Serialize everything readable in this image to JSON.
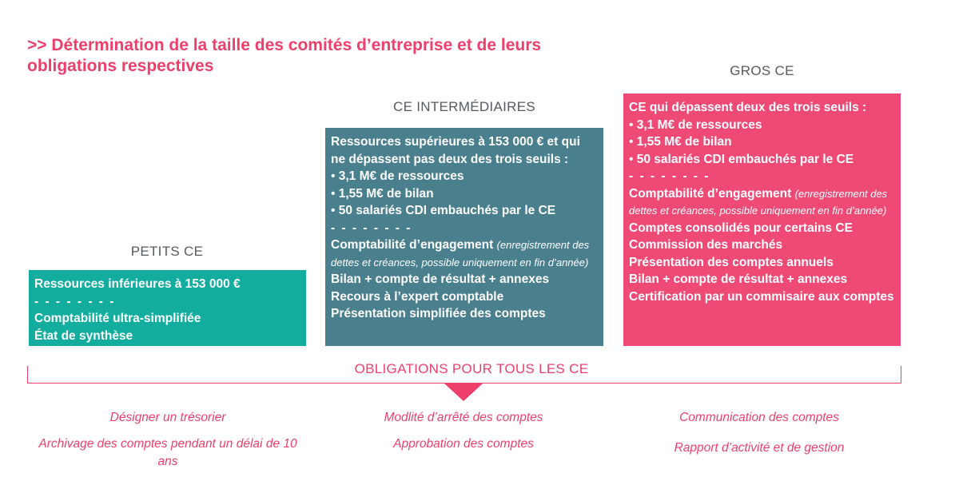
{
  "title": ">> Détermination de la taille des comités d’entreprise et de leurs obligations respectives",
  "columns": {
    "petits": {
      "heading": "PETITS CE",
      "lines": [
        "Ressources inférieures à 153 000 €",
        "- - - - - - - -",
        "Comptabilité ultra-simplifiée",
        "État de synthèse"
      ]
    },
    "inter": {
      "heading": "CE INTERMÉDIAIRES",
      "intro": "Ressources supérieures à 153 000 € et qui ne dépassent pas deux des trois seuils :",
      "bullets": [
        "3,1 M€ de ressources",
        "1,55 M€ de bilan",
        "50 salariés CDI embauchés par le CE"
      ],
      "separator": "- - - - - - - -",
      "engagement": "Comptabilité d’engagement",
      "engagement_note": "(enregistrement des dettes et créances, possible uniquement en fin d’année)",
      "lines": [
        "Bilan + compte de résultat + annexes",
        "Recours à l’expert comptable",
        "Présentation simplifiée des comptes"
      ]
    },
    "gros": {
      "heading": "GROS CE",
      "intro": "CE qui dépassent deux des trois seuils :",
      "bullets": [
        "3,1 M€ de ressources",
        "1,55 M€ de bilan",
        "50 salariés CDI embauchés par le CE"
      ],
      "separator": "- - - - - - - -",
      "engagement": "Comptabilité d’engagement",
      "engagement_note": "(enregistrement des dettes et créances, possible uniquement en fin d’année)",
      "lines": [
        "Comptes consolidés pour certains CE",
        "Commission des marchés",
        "Présentation des comptes annuels",
        "Bilan + compte de résultat + annexes",
        "Certification par un commisaire aux comptes"
      ]
    }
  },
  "obligations": {
    "heading": "OBLIGATIONS POUR TOUS LES CE",
    "left": [
      "Désigner un trésorier",
      "Archivage des comptes pendant un délai de 10 ans"
    ],
    "center": [
      "Modlité d’arrêté des comptes",
      "Approbation des comptes"
    ],
    "right": [
      "Communication des comptes",
      "Rapport d’activité et de gestion"
    ]
  },
  "colors": {
    "accent": "#ee3f6b",
    "petits": "#13ada0",
    "inter": "#4a7f8d",
    "gros": "#ef4a76",
    "heading": "#555a60"
  }
}
